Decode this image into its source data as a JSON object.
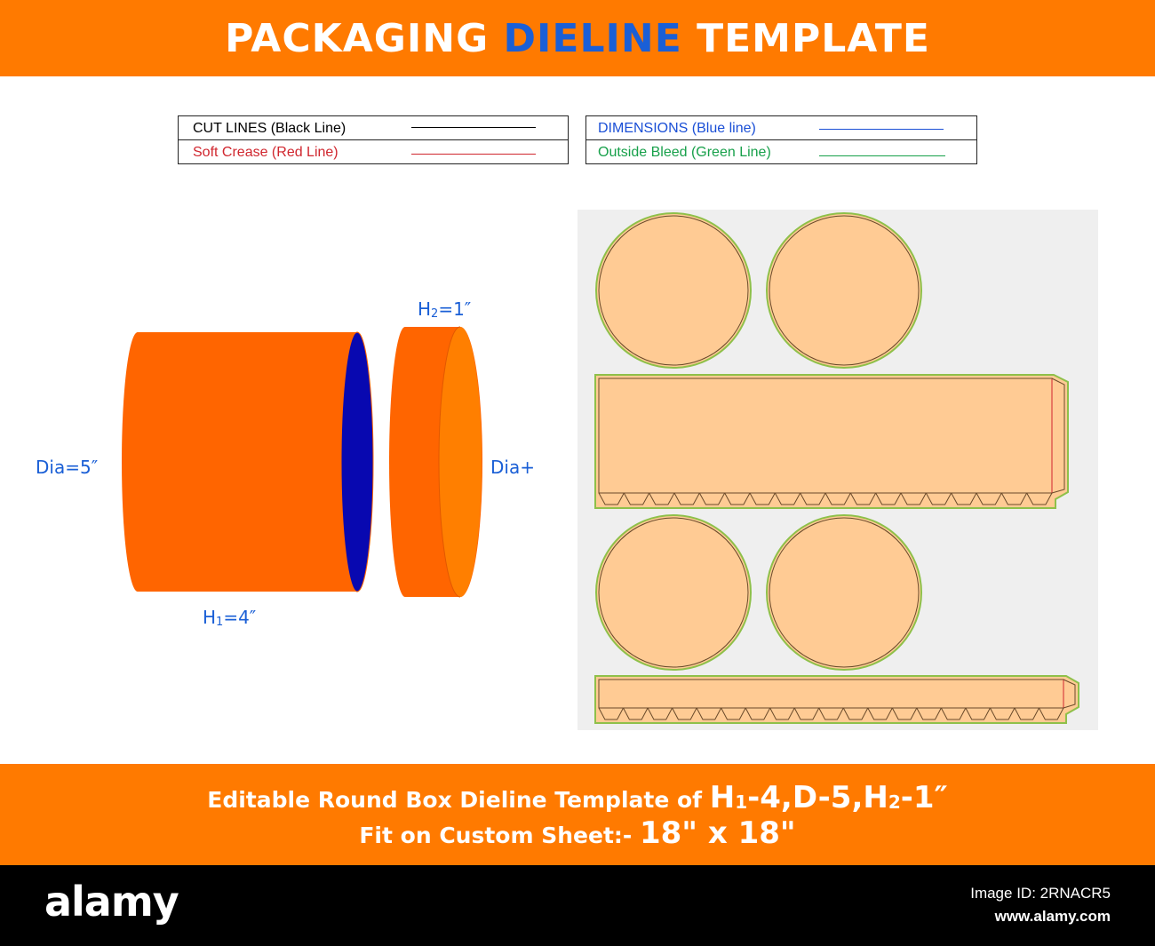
{
  "header": {
    "title_part1": "PACKAGING ",
    "title_accent": "DIELINE",
    "title_part2": " TEMPLATE"
  },
  "legend_left": [
    {
      "label": "CUT LINES (Black Line)",
      "color": "#000000"
    },
    {
      "label": "Soft Crease (Red Line)",
      "color": "#d0262e"
    }
  ],
  "legend_right": [
    {
      "label": "DIMENSIONS (Blue line)",
      "color": "#1a4fd6"
    },
    {
      "label": "Outside Bleed (Green Line)",
      "color": "#17a04a"
    }
  ],
  "dimensions": {
    "dia": "Dia=5″",
    "h1_prefix": "H",
    "h1_sub": "1",
    "h1_value": "=4″",
    "h2_prefix": "H",
    "h2_sub": "2",
    "h2_value": "=1″",
    "dia_plus": "Dia+"
  },
  "colors": {
    "banner_orange": "#ff7a00",
    "accent_blue": "#1a5fd6",
    "box_orange": "#ff6500",
    "lid_orange": "#ff7f00",
    "box_top_blue": "#0808b0",
    "dieline_fill": "#ffcb94",
    "bleed_green": "#8fc04a"
  },
  "footer": {
    "line1_text": "Editable Round Box Dieline Template of ",
    "line1_h1": "H",
    "line1_h1_sub": "1",
    "line1_mid": "-4,D-5,H",
    "line1_h2_sub": "2",
    "line1_end": "-1″",
    "line2_text": "Fit on Custom Sheet:- ",
    "line2_size": "18\" x 18\""
  },
  "watermark": {
    "logo": "alamy",
    "image_id": "Image ID: 2RNACR5",
    "site": "www.alamy.com"
  }
}
